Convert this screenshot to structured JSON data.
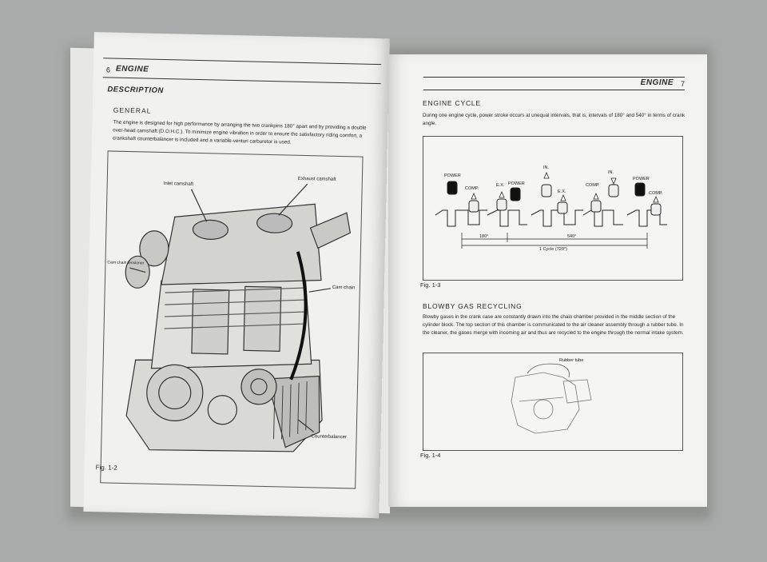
{
  "left_page": {
    "page_number": "6",
    "section": "ENGINE",
    "heading": "DESCRIPTION",
    "subheading": "GENERAL",
    "paragraph": "The engine is designed for high performance by arranging the two crankpins 180° apart and by providing a double over-head camshaft (D.O.H.C.). To minimize engine vibration in order to ensure the satisfactory riding comfort, a crankshaft counterbalancer is included and a variable-venturi carburetor is used.",
    "figure_labels": {
      "intake": "Inlet camshaft",
      "exhaust": "Exhaust camshaft",
      "tensioner": "Cam chain tensioner",
      "chain": "Cam chain",
      "counterbalancer": "Counterbalancer"
    },
    "figure_caption": "Fig. 1-2"
  },
  "right_page": {
    "section": "ENGINE",
    "page_number": "7",
    "cycle_heading": "ENGINE CYCLE",
    "cycle_paragraph": "During one engine cycle, power stroke occurs at unequal intervals, that is, intervals of 180° and 540° in terms of crank angle.",
    "cycle_labels": {
      "power": "POWER",
      "comp": "COMP.",
      "ex": "E.X.",
      "in": "IN.",
      "deg180": "180°",
      "deg540": "540°",
      "cycle": "1 Cycle (720°)"
    },
    "cycle_caption": "Fig. 1-3",
    "blowby_heading": "BLOWBY GAS RECYCLING",
    "blowby_paragraph": "Blowby gases in the crank case are constantly drawn into the chain chamber provided in the middle section of the cylinder block. The top section of this chamber is communicated to the air cleaner assembly through a rubber tube. In the cleaner, the gases merge with incoming air and thus are recycled to the engine through the normal intake system.",
    "rubber_tube_label": "Rubber tube",
    "blowby_caption": "Fig. 1-4"
  }
}
